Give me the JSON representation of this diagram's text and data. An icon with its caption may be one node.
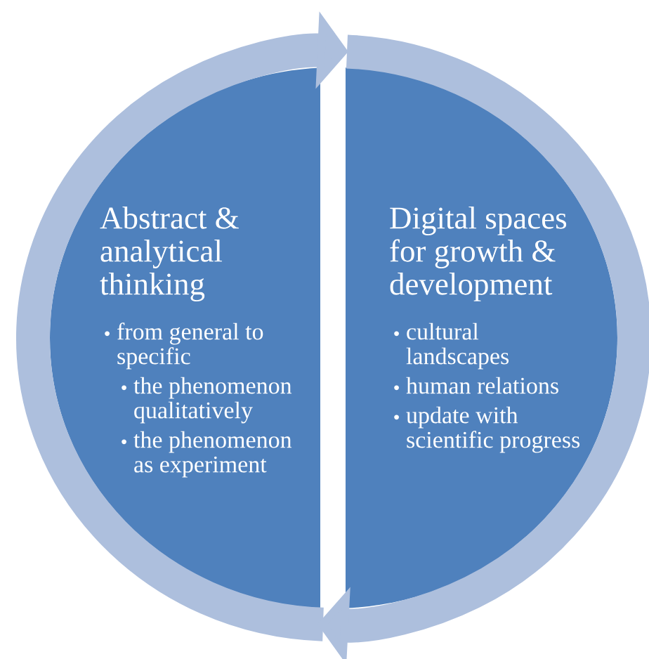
{
  "diagram": {
    "nodes": [
      {
        "text": [
          "Abstract & analytical thinking",
          "from general to specific",
          "the phenomenon qualitatively",
          "the phenomenon as experiment"
        ]
      },
      {
        "text": [
          "Digital spaces for growth & development",
          "cultural landscapes",
          "human relations",
          "update with scientific progress"
        ]
      }
    ],
    "edges": [
      {
        "from": 0,
        "to": 1,
        "arrow": "to"
      },
      {
        "from": 1,
        "to": 0,
        "arrow": "to"
      }
    ]
  }
}
